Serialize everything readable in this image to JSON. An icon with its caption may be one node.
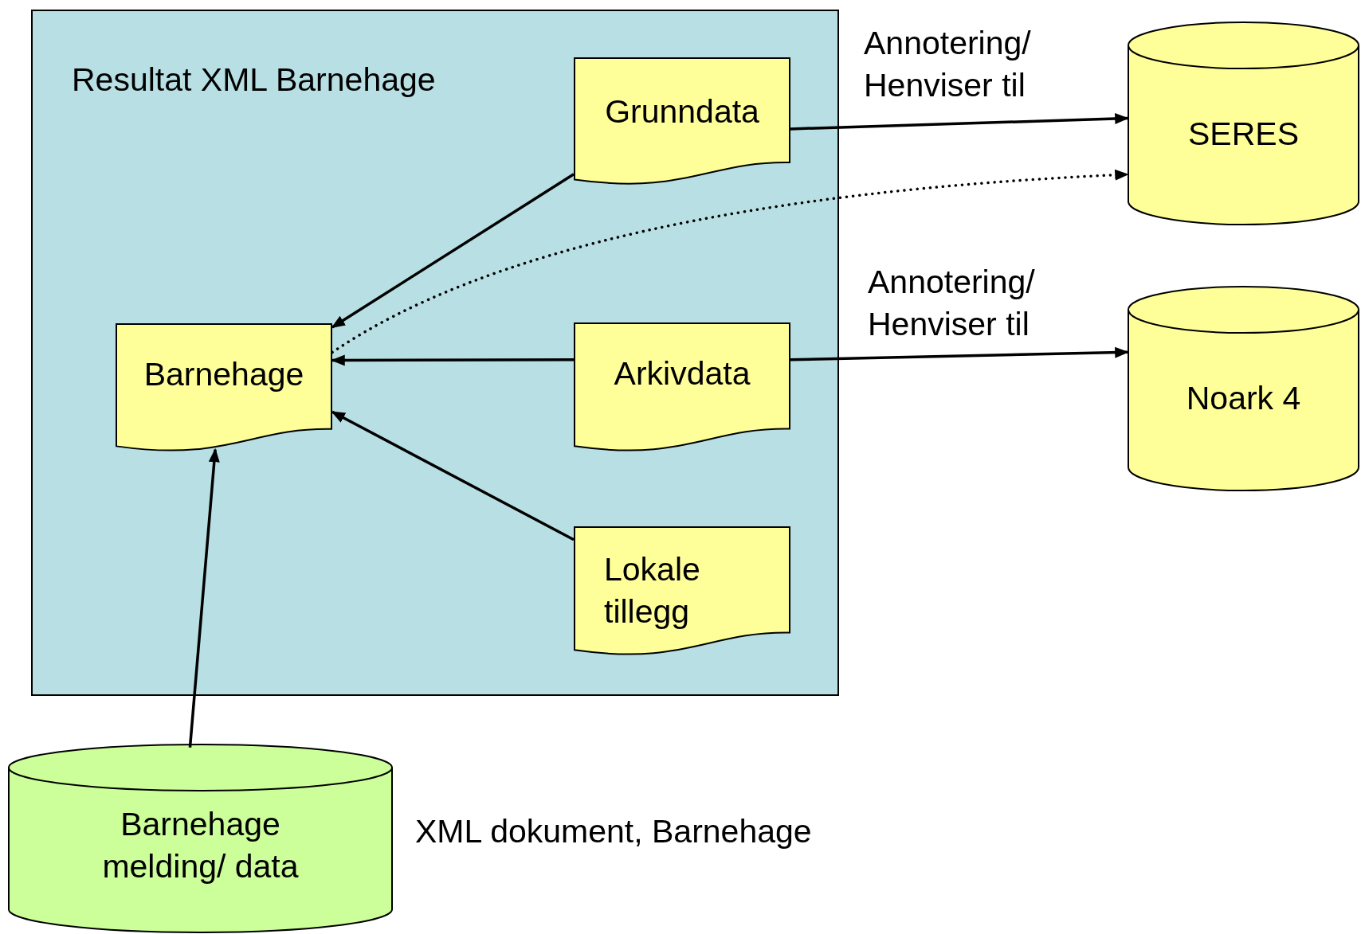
{
  "diagram": {
    "nodes": [
      {
        "text": [
          "Resultat XML Barnehage"
        ]
      },
      {
        "text": [
          "Grunndata"
        ],
        "in": 0
      },
      {
        "text": [
          "SERES"
        ]
      },
      {
        "text": [
          "Barnehage"
        ],
        "in": 0
      },
      {
        "text": [
          "Arkivdata"
        ],
        "in": 0
      },
      {
        "text": [
          "Noark 4"
        ]
      },
      {
        "text": [
          "Lokale tillegg"
        ],
        "in": 0
      },
      {
        "text": [
          "Barnehage melding/ data"
        ],
        "beside": [
          "XML dokument, Barnehage"
        ]
      }
    ],
    "edges": [
      {
        "from": 1,
        "to": 2,
        "arrow": "to",
        "label": "Annotering/ Henviser til"
      },
      {
        "from": 3,
        "to": 2,
        "arrow": "to",
        "style": "dashed"
      },
      {
        "from": 1,
        "to": 3,
        "arrow": "to"
      },
      {
        "from": 4,
        "to": 3,
        "arrow": "to"
      },
      {
        "from": 4,
        "to": 5,
        "arrow": "to",
        "label": "Annotering/ Henviser til"
      },
      {
        "from": 6,
        "to": 3,
        "arrow": "to"
      },
      {
        "from": 7,
        "to": 3,
        "arrow": "to"
      }
    ]
  }
}
